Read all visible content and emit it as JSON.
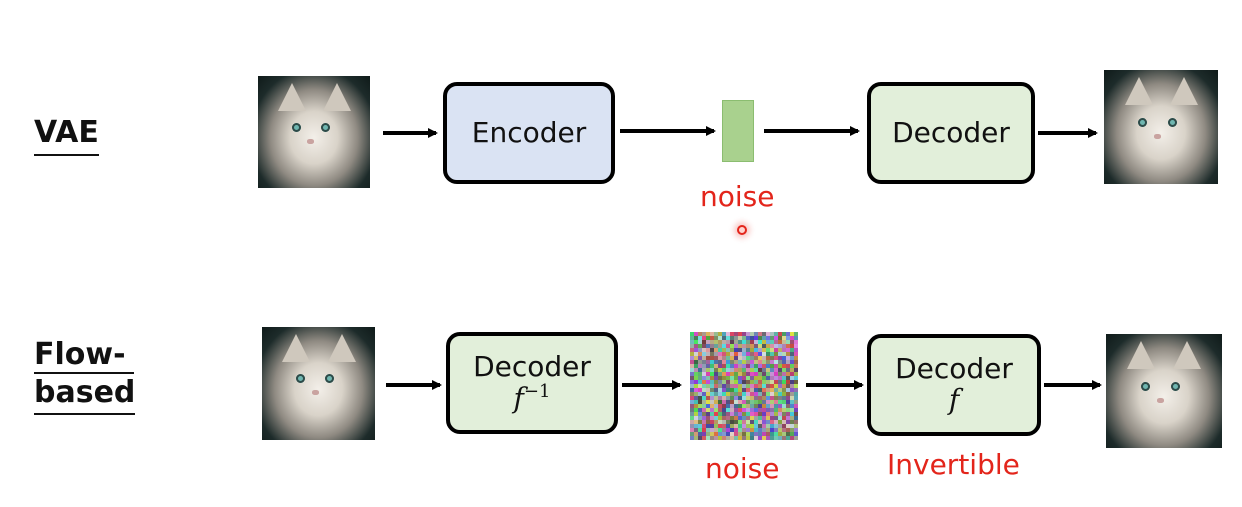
{
  "rows": {
    "vae": {
      "label": "VAE",
      "encoder_label": "Encoder",
      "decoder_label": "Decoder",
      "latent_label": "noise"
    },
    "flow": {
      "label_line1": "Flow-",
      "label_line2": "based",
      "decoder1_label": "Decoder",
      "decoder1_fn": "f",
      "decoder1_sup": "−1",
      "decoder2_label": "Decoder",
      "decoder2_fn": "f",
      "noise_label": "noise",
      "invertible_label": "Invertible"
    }
  },
  "colors": {
    "encoder_fill": "#dae3f3",
    "decoder_fill": "#e2efda",
    "latent_fill": "#a9d18e",
    "annotation_red": "#e3251b"
  }
}
